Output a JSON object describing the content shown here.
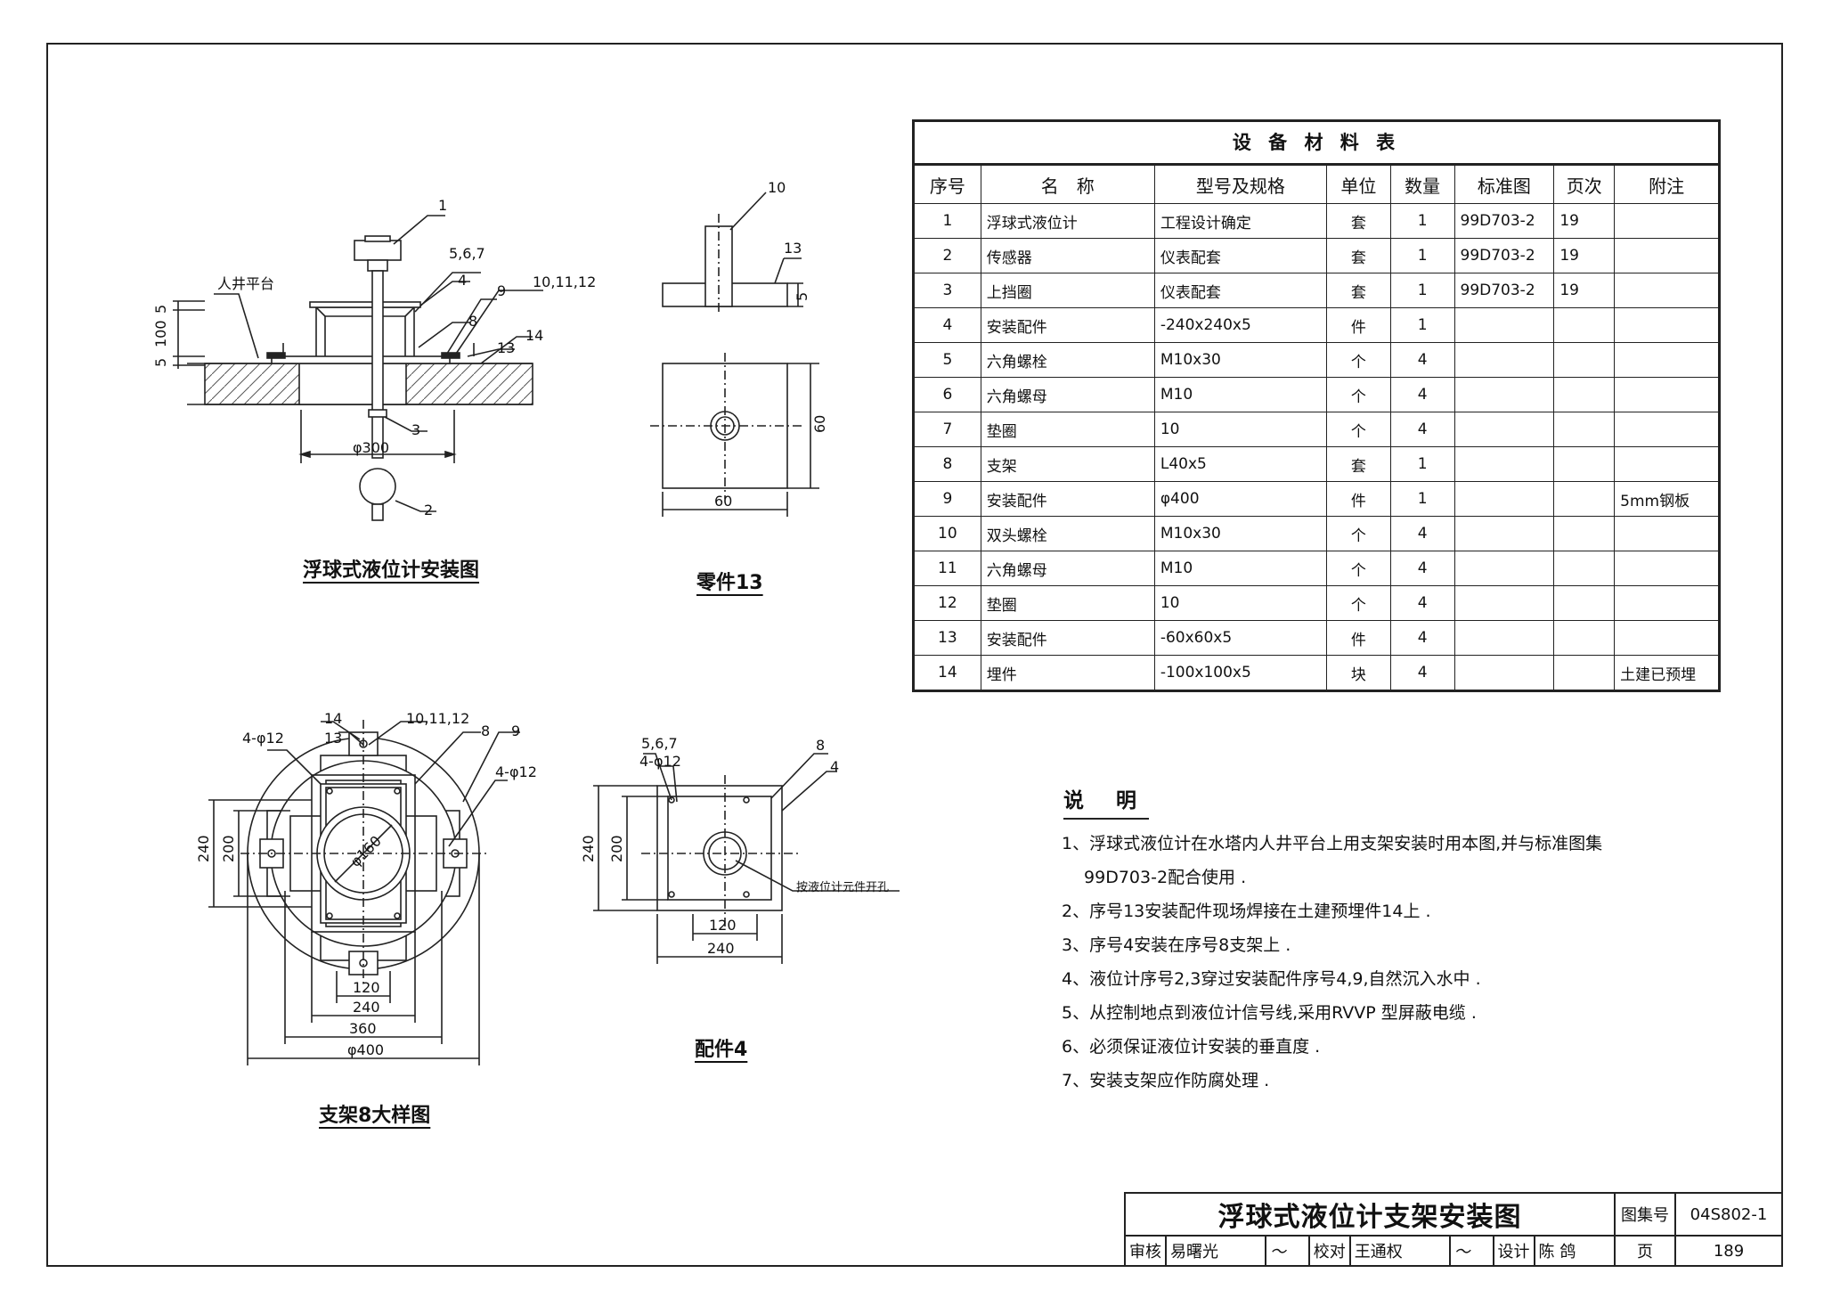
{
  "drawings": {
    "install": {
      "caption": "浮球式液位计安装图",
      "platform_label": "人井平台",
      "callouts": [
        "1",
        "2",
        "3",
        "4",
        "5,6,7",
        "8",
        "9",
        "10,11,12",
        "13",
        "14"
      ],
      "dims": [
        "5",
        "100",
        "5",
        "φ300"
      ]
    },
    "part13": {
      "caption": "零件13",
      "callouts": [
        "10",
        "13"
      ],
      "dims": [
        "5",
        "60",
        "60"
      ]
    },
    "bracket8": {
      "caption": "支架8大样图",
      "callouts": [
        "14",
        "13",
        "10,11,12",
        "8",
        "9",
        "4-φ12",
        "4-φ12"
      ],
      "dims": [
        "240",
        "200",
        "120",
        "240",
        "360",
        "φ400",
        "φ160"
      ]
    },
    "part4": {
      "caption": "配件4",
      "callouts": [
        "5,6,7",
        "4-φ12",
        "8",
        "4"
      ],
      "note": "按液位计元件开孔",
      "dims": [
        "240",
        "200",
        "120",
        "240"
      ]
    }
  },
  "material_table": {
    "title": "设 备 材 料 表",
    "headers": [
      "序号",
      "名　称",
      "型号及规格",
      "单位",
      "数量",
      "标准图",
      "页次",
      "附注"
    ],
    "rows": [
      [
        "1",
        "浮球式液位计",
        "工程设计确定",
        "套",
        "1",
        "99D703-2",
        "19",
        ""
      ],
      [
        "2",
        "传感器",
        "仪表配套",
        "套",
        "1",
        "99D703-2",
        "19",
        ""
      ],
      [
        "3",
        "上挡圈",
        "仪表配套",
        "套",
        "1",
        "99D703-2",
        "19",
        ""
      ],
      [
        "4",
        "安装配件",
        "-240x240x5",
        "件",
        "1",
        "",
        "",
        ""
      ],
      [
        "5",
        "六角螺栓",
        "M10x30",
        "个",
        "4",
        "",
        "",
        ""
      ],
      [
        "6",
        "六角螺母",
        "M10",
        "个",
        "4",
        "",
        "",
        ""
      ],
      [
        "7",
        "垫圈",
        "10",
        "个",
        "4",
        "",
        "",
        ""
      ],
      [
        "8",
        "支架",
        "L40x5",
        "套",
        "1",
        "",
        "",
        ""
      ],
      [
        "9",
        "安装配件",
        "φ400",
        "件",
        "1",
        "",
        "",
        "5mm钢板"
      ],
      [
        "10",
        "双头螺栓",
        "M10x30",
        "个",
        "4",
        "",
        "",
        ""
      ],
      [
        "11",
        "六角螺母",
        "M10",
        "个",
        "4",
        "",
        "",
        ""
      ],
      [
        "12",
        "垫圈",
        "10",
        "个",
        "4",
        "",
        "",
        ""
      ],
      [
        "13",
        "安装配件",
        "-60x60x5",
        "件",
        "4",
        "",
        "",
        ""
      ],
      [
        "14",
        "埋件",
        "-100x100x5",
        "块",
        "4",
        "",
        "",
        "土建已预埋"
      ]
    ]
  },
  "notes": {
    "title": "说 明",
    "items": [
      "1、浮球式液位计在水塔内人井平台上用支架安装时用本图,并与标准图集",
      "　 99D703-2配合使用 .",
      "2、序号13安装配件现场焊接在土建预埋件14上 .",
      "3、序号4安装在序号8支架上 .",
      "4、液位计序号2,3穿过安装配件序号4,9,自然沉入水中 .",
      "5、从控制地点到液位计信号线,采用RVVP 型屏蔽电缆 .",
      "6、必须保证液位计安装的垂直度 .",
      "7、安装支架应作防腐处理 ."
    ]
  },
  "title_block": {
    "drawing_title": "浮球式液位计支架安装图",
    "atlas_label": "图集号",
    "atlas_no": "04S802-1",
    "page_label": "页",
    "page_no": "189",
    "review_label": "审核",
    "review_name": "易曙光",
    "check_label": "校对",
    "check_name": "王通权",
    "design_label": "设计",
    "design_name": "陈 鸽"
  }
}
